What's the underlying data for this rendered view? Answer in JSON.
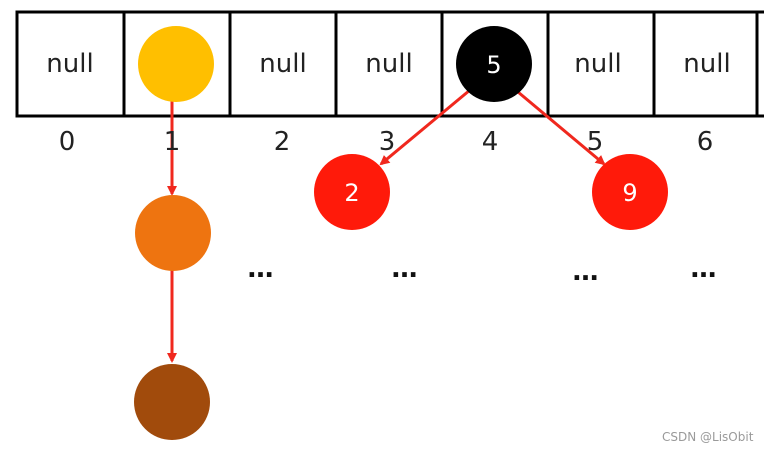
{
  "array": {
    "cells": [
      "null",
      "",
      "null",
      "null",
      "",
      "null",
      "null"
    ],
    "indices": [
      "0",
      "1",
      "2",
      "3",
      "4",
      "5",
      "6"
    ]
  },
  "nodes": {
    "chain_head": {
      "label": "",
      "color": "#FFBF00"
    },
    "chain_second": {
      "label": "",
      "color": "#EE7410"
    },
    "chain_third": {
      "label": "",
      "color": "#A14B0C"
    },
    "tree_root": {
      "label": "5",
      "color": "#000000"
    },
    "tree_left": {
      "label": "2",
      "color": "#FF1A0A"
    },
    "tree_right": {
      "label": "9",
      "color": "#FF1A0A"
    }
  },
  "ellipsis": [
    "…",
    "…",
    "…",
    "…"
  ],
  "arrow_color": "#F0281E",
  "watermark": "CSDN @LisObit"
}
